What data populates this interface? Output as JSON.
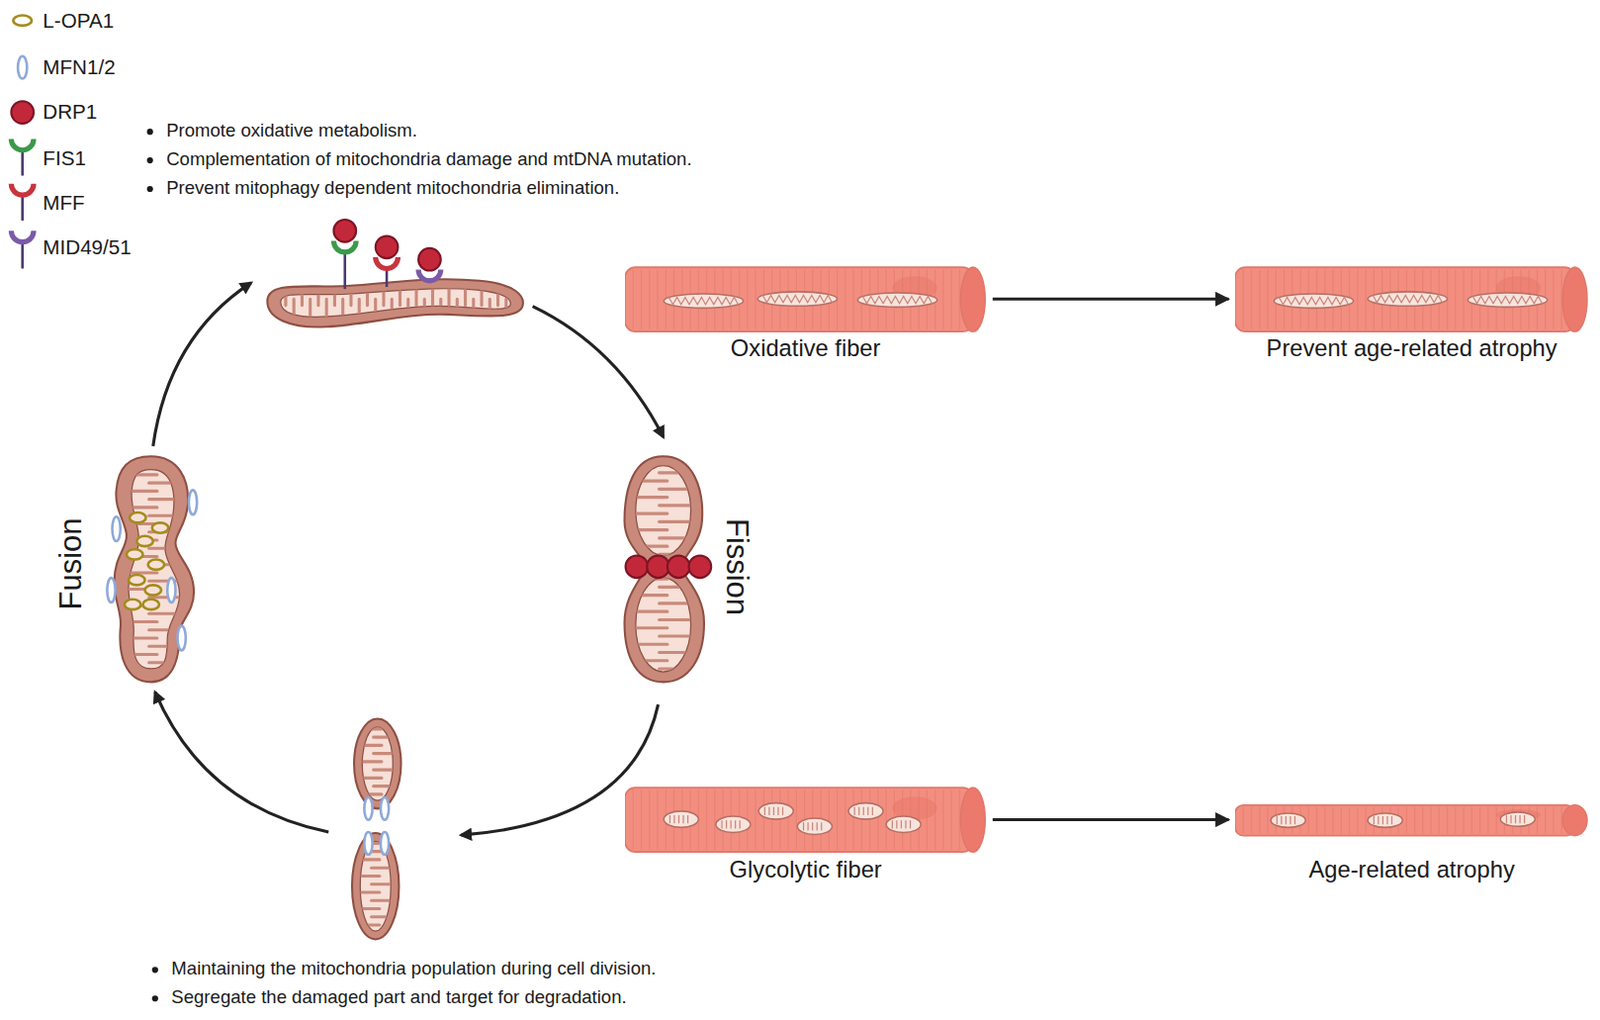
{
  "diagram": {
    "nodes": [
      {
        "text": [
          "Oxidative fiber"
        ]
      },
      {
        "text": [
          "Prevent age-related atrophy"
        ]
      },
      {
        "text": [
          "Glycolytic fiber"
        ]
      },
      {
        "text": [
          "Age-related atrophy"
        ]
      }
    ],
    "edges": [
      {
        "from": 0,
        "to": 1,
        "arrow": "to"
      },
      {
        "from": 2,
        "to": 3,
        "arrow": "to"
      }
    ],
    "labels": [
      "Promote oxidative metabolism.",
      "Complementation of mitochondria damage and mtDNA mutation.",
      "Prevent mitophagy dependent mitochondria elimination.",
      "Maintaining the mitochondria population during cell division.",
      "Segregate the damaged part and target for degradation.",
      "Fusion",
      "Fission"
    ],
    "legend": [
      {
        "text": "L-OPA1"
      },
      {
        "text": "MFN1/2"
      },
      {
        "text": "DRP1"
      },
      {
        "text": "FIS1"
      },
      {
        "text": "MFF"
      },
      {
        "text": "MID49/51"
      }
    ]
  }
}
